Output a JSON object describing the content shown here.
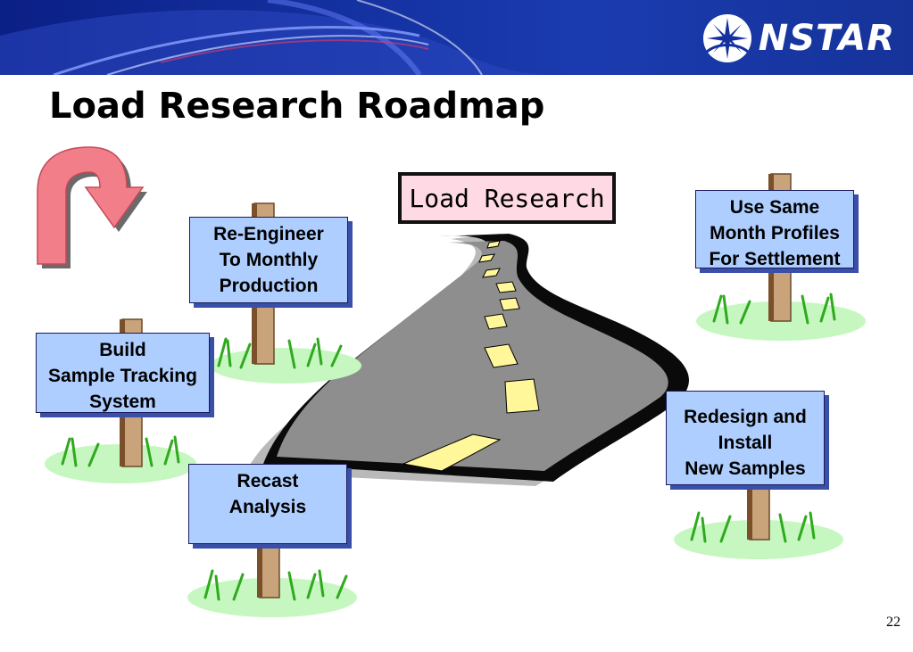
{
  "header": {
    "logo_text": "NSTAR",
    "logo_icon": "nstar-starburst-icon"
  },
  "slide": {
    "title": "Load Research Roadmap",
    "page_number": "22"
  },
  "road_sign": {
    "label": "Load Research"
  },
  "signs": [
    {
      "id": "re-engineer",
      "lines": [
        "Re-Engineer",
        "To Monthly",
        "Production"
      ]
    },
    {
      "id": "build-tracking",
      "lines": [
        "Build",
        "Sample Tracking",
        "System"
      ]
    },
    {
      "id": "recast",
      "lines": [
        "Recast",
        "Analysis"
      ]
    },
    {
      "id": "use-same",
      "lines": [
        "Use Same",
        "Month Profiles",
        "For Settlement"
      ]
    },
    {
      "id": "redesign",
      "lines": [
        "Redesign and",
        "Install",
        "New Samples"
      ]
    }
  ],
  "colors": {
    "banner": "#13309f",
    "sign_fill": "#aeceff",
    "sign_shadow": "#3a4fa8",
    "load_sign_fill": "#ffd9e4",
    "road": "#8e8e8e",
    "road_edge": "#000000",
    "lane_marks": "#fff79a",
    "grass": "#c6f7c0",
    "grass_blades": "#2faa1e",
    "post": "#c9a37a",
    "uturn_arrow": "#f27e8a"
  },
  "icons": {
    "uturn": "u-turn-arrow-icon"
  }
}
